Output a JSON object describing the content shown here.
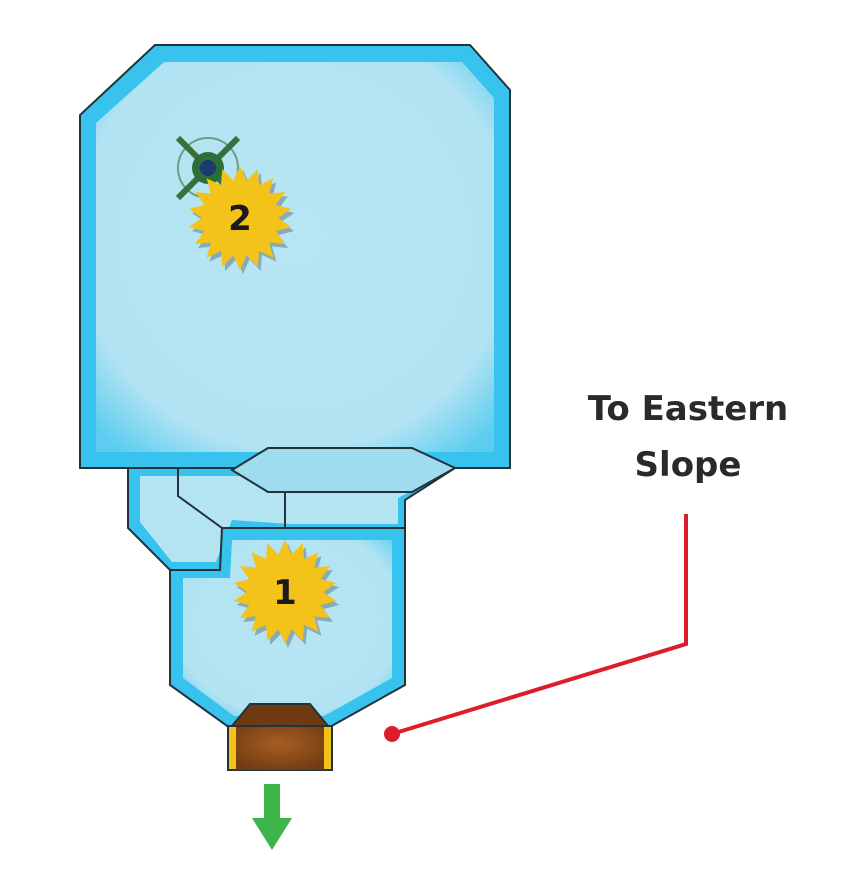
{
  "map": {
    "markers": [
      {
        "id": "marker-1",
        "number": "1"
      },
      {
        "id": "marker-2",
        "number": "2"
      }
    ],
    "route_label": {
      "line1": "To Eastern",
      "line2": "Slope"
    },
    "colors": {
      "room_fill": "#b3e4f2",
      "room_edge": "#38c3ee",
      "room_stroke": "#22333b",
      "marker_fill": "#f4c31a",
      "route_line": "#dd1c2c",
      "exit_arrow": "#3db54a",
      "door_fill": "#8a4a1c",
      "door_frame": "#f4c31a"
    },
    "icons": [
      "exit-arrow-icon",
      "explosion-marker-icon",
      "spawn-point-icon"
    ]
  }
}
